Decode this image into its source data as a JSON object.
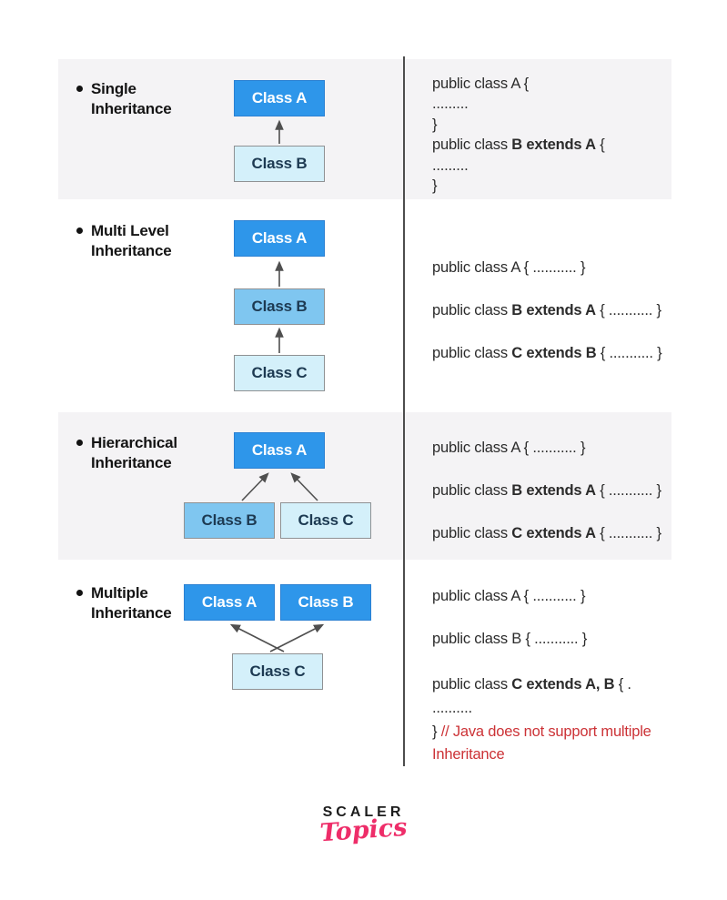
{
  "colors": {
    "band_gray": "#f4f3f5",
    "divider": "#4d4d4d",
    "box_dark": "#2e96ea",
    "box_mid": "#7fc6f0",
    "box_light": "#d4f0fa",
    "box_text_dark": "#1d3a52",
    "code_text": "#2b2b2b",
    "comment_red": "#cc3236",
    "logo_pink": "#ee2d69",
    "arrow": "#4f4f4f"
  },
  "sections": [
    {
      "title": [
        "Single",
        "Inheritance"
      ],
      "boxes": [
        {
          "label": "Class A"
        },
        {
          "label": "Class B"
        }
      ],
      "code": [
        [
          {
            "text": "public class A {"
          }
        ],
        [
          {
            "text": "........."
          }
        ],
        [
          {
            "text": "}"
          }
        ],
        [
          {
            "text": "public class "
          },
          {
            "text": "B extends A",
            "bold": true
          },
          {
            "text": " {"
          }
        ],
        [
          {
            "text": "........."
          }
        ],
        [
          {
            "text": "}"
          }
        ]
      ]
    },
    {
      "title": [
        "Multi Level",
        "Inheritance"
      ],
      "boxes": [
        {
          "label": "Class A"
        },
        {
          "label": "Class B"
        },
        {
          "label": "Class C"
        }
      ],
      "code": [
        [
          {
            "text": "public class A { ........... }"
          }
        ],
        [
          {
            "text": "public class "
          },
          {
            "text": "B extends A",
            "bold": true
          },
          {
            "text": " {  ........... }"
          }
        ],
        [
          {
            "text": "public class "
          },
          {
            "text": "C extends B",
            "bold": true
          },
          {
            "text": " {  ........... }"
          }
        ]
      ]
    },
    {
      "title": [
        "Hierarchical",
        "Inheritance"
      ],
      "boxes": [
        {
          "label": "Class A"
        },
        {
          "label": "Class B"
        },
        {
          "label": "Class C"
        }
      ],
      "code": [
        [
          {
            "text": "public class A { ........... }"
          }
        ],
        [
          {
            "text": "public class "
          },
          {
            "text": "B extends A",
            "bold": true
          },
          {
            "text": " {  ........... }"
          }
        ],
        [
          {
            "text": "public class "
          },
          {
            "text": "C extends A",
            "bold": true
          },
          {
            "text": " {  ........... }"
          }
        ]
      ]
    },
    {
      "title": [
        "Multiple",
        "Inheritance"
      ],
      "boxes": [
        {
          "label": "Class A"
        },
        {
          "label": "Class B"
        },
        {
          "label": "Class C"
        }
      ],
      "code": [
        [
          {
            "text": "public class A { ........... }"
          }
        ],
        [
          {
            "text": "public class B {  ........... }"
          }
        ],
        [
          {
            "text": "public class "
          },
          {
            "text": "C extends A, B",
            "bold": true
          },
          {
            "text": " {  ."
          }
        ],
        [
          {
            "text": ".........."
          }
        ],
        [
          {
            "text": "} "
          },
          {
            "text": "// Java does not support multiple",
            "red": true
          }
        ],
        [
          {
            "text": "Inheritance",
            "red": true
          }
        ]
      ]
    }
  ],
  "logo": {
    "brand": "SCALER",
    "sub": "Topics"
  }
}
